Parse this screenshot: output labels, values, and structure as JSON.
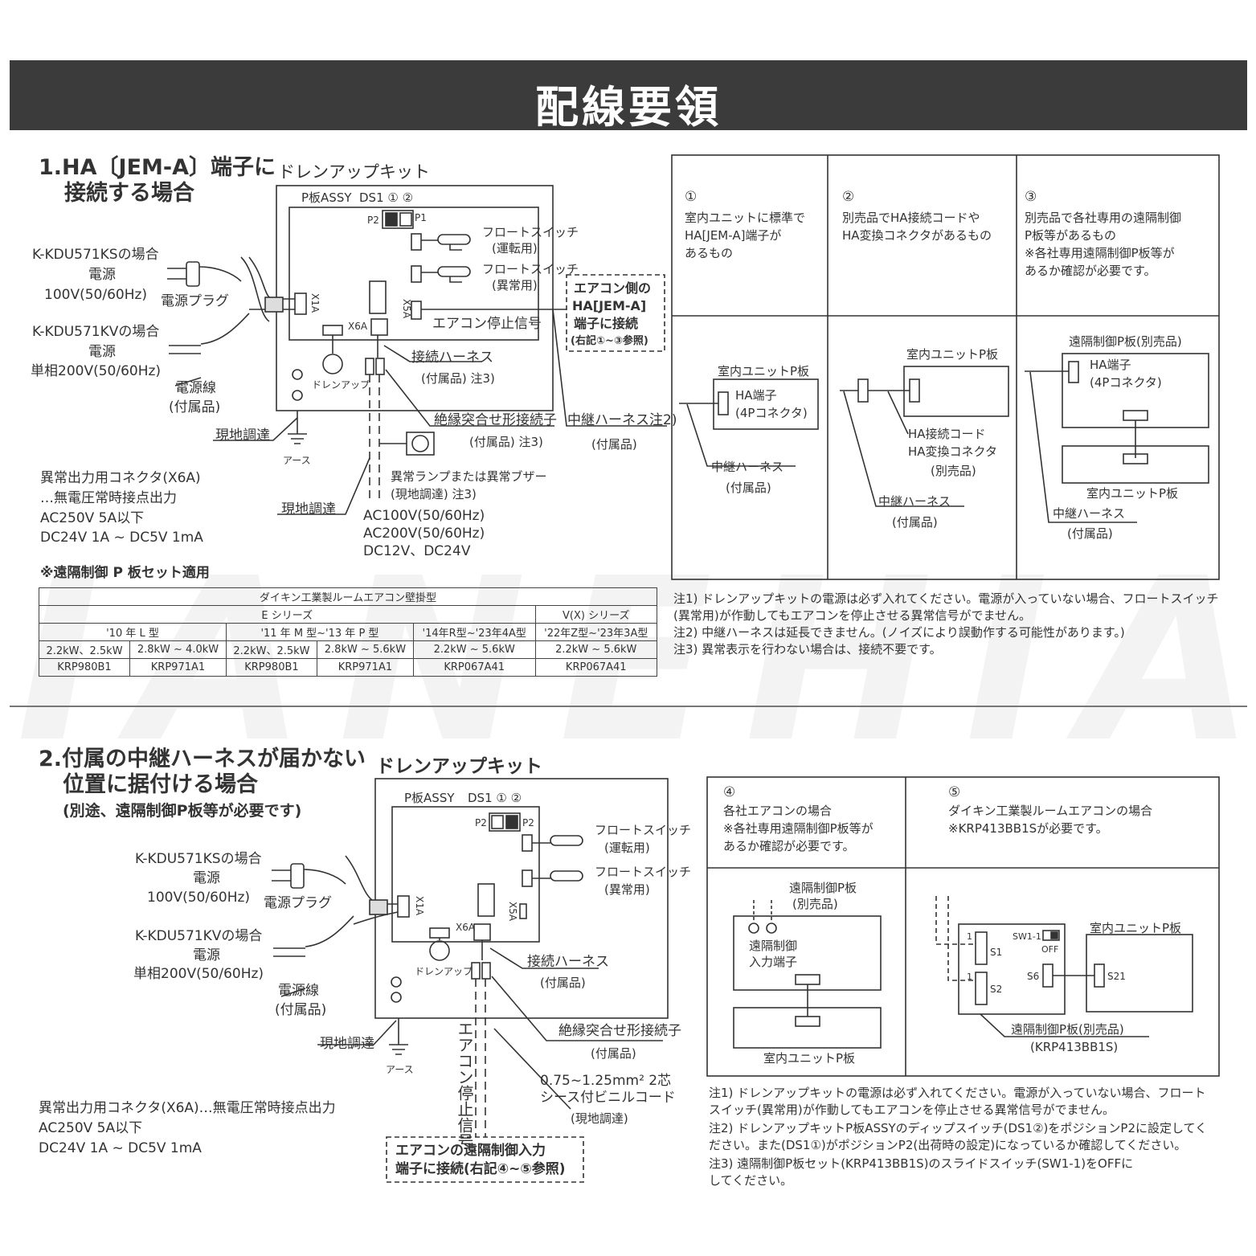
{
  "page_title": "配線要領",
  "watermark": "IANEHIA",
  "section1": {
    "title_line1": "1.HA〔JEM-A〕端子に",
    "title_line2": "接続する場合",
    "kit_label": "ドレンアップキット",
    "pboard_label": "P板ASSY",
    "ds1_label": "DS1 ① ②",
    "p2": "P2",
    "p1": "P1",
    "float_run": [
      "フロートスイッチ",
      "(運転用)"
    ],
    "float_err": [
      "フロートスイッチ",
      "(異常用)"
    ],
    "kdu_ks": "K-KDU571KSの場合",
    "power": "電源",
    "v100": "100V(50/60Hz)",
    "power_plug": "電源プラグ",
    "kdu_kv": "K-KDU571KVの場合",
    "power2": "電源",
    "v200": "単相200V(50/60Hz)",
    "power_cord": "電源線",
    "included": "(付属品)",
    "x1a": "X1A",
    "x5a": "X5A",
    "x6a": "X6A",
    "ac_stop": "エアコン停止信号",
    "motor_label": "ドレンアップ",
    "conn_harness": "接続ハーネス",
    "conn_harness_note": "(付属品) 注3)",
    "ins_terminal": "絶縁突合せ形接続子",
    "ins_terminal_note": "(付属品) 注3)",
    "relay_harness": "中継ハーネス注2)",
    "relay_included": "(付属品)",
    "field1": "現地調達",
    "earth": "アース",
    "field2": "現地調達",
    "lamp": "異常ランプまたは異常ブザー",
    "lamp_note": "(現地調達) 注3)",
    "ac_voltages": [
      "AC100V(50/60Hz)",
      "AC200V(50/60Hz)",
      "DC12V、DC24V"
    ],
    "ha_box": [
      "エアコン側の",
      "HA[JEM-A]",
      "端子に接続",
      "(右記①~③参照)"
    ],
    "x6a_desc": [
      "異常出力用コネクタ(X6A)",
      "…無電圧常時接点出力",
      "AC250V  5A以下",
      "DC24V  1A  ~  DC5V  1mA"
    ],
    "remote_set": "※遠隔制御 P 板セット適用"
  },
  "spec_table": {
    "header": "ダイキン工業製ルームエアコン壁掛型",
    "series_e": "E シリーズ",
    "series_v": "V(X) シリーズ",
    "models": [
      "'10 年 L 型",
      "'11 年 M 型~'13 年 P 型",
      "'14年R型~'23年4A型",
      "'22年Z型~'23年3A型"
    ],
    "capacities": [
      "2.2kW、2.5kW",
      "2.8kW ~ 4.0kW",
      "2.2kW、2.5kW",
      "2.8kW ~ 5.6kW",
      "2.2kW ~ 5.6kW",
      "2.2kW ~ 5.6kW"
    ],
    "parts": [
      "KRP980B1",
      "KRP971A1",
      "KRP980B1",
      "KRP971A1",
      "KRP067A41",
      "KRP067A41"
    ]
  },
  "right_panel1": {
    "col1": {
      "num": "①",
      "text": [
        "室内ユニットに標準で",
        "HA[JEM-A]端子が",
        "あるもの"
      ],
      "board": "室内ユニットP板",
      "ha": "HA端子",
      "ha_sub": "(4Pコネクタ)",
      "relay": "中継ハーネス",
      "relay_sub": "(付属品)"
    },
    "col2": {
      "num": "②",
      "text": [
        "別売品でHA接続コードや",
        "HA変換コネクタがあるもの"
      ],
      "board": "室内ユニットP板",
      "cord": "HA接続コード",
      "conv": "HA変換コネクタ",
      "sold": "(別売品)",
      "relay": "中継ハーネス",
      "relay_sub": "(付属品)"
    },
    "col3": {
      "num": "③",
      "text": [
        "別売品で各社専用の遠隔制御",
        "P板等があるもの",
        "※各社専用遠隔制御P板等が",
        "  あるか確認が必要です。"
      ],
      "board": "遠隔制御P板(別売品)",
      "ha": "HA端子",
      "ha_sub": "(4Pコネクタ)",
      "indoor": "室内ユニットP板",
      "relay": "中継ハーネス",
      "relay_sub": "(付属品)"
    }
  },
  "notes1": [
    "注1) ドレンアップキットの電源は必ず入れてください。電源が入っていない場合、フロートスイッチ",
    "       (異常用)が作動してもエアコンを停止させる異常信号がでません。",
    "注2) 中継ハーネスは延長できません。(ノイズにより誤動作する可能性があります。)",
    "注3) 異常表示を行わない場合は、接続不要です。"
  ],
  "section2": {
    "title_line1": "2.付属の中継ハーネスが届かない",
    "title_line2": "位置に据付ける場合",
    "title_sub": "(別途、遠隔制御P板等が必要です)",
    "kit_label": "ドレンアップキット",
    "pboard_label": "P板ASSY",
    "ds1_label": "DS1 ① ②",
    "p2a": "P2",
    "p2b": "P2",
    "float_run": [
      "フロートスイッチ",
      "(運転用)"
    ],
    "float_err": [
      "フロートスイッチ",
      "(異常用)"
    ],
    "kdu_ks": "K-KDU571KSの場合",
    "power": "電源",
    "v100": "100V(50/60Hz)",
    "power_plug": "電源プラグ",
    "kdu_kv": "K-KDU571KVの場合",
    "power2": "電源",
    "v200": "単相200V(50/60Hz)",
    "power_cord": "電源線",
    "included": "(付属品)",
    "x1a": "X1A",
    "x5a": "X5A",
    "x6a": "X6A",
    "motor_label": "ドレンアップ",
    "conn_harness": "接続ハーネス",
    "conn_included": "(付属品)",
    "ins_terminal": "絶縁突合せ形接続子",
    "ins_included": "(付属品)",
    "field1": "現地調達",
    "earth": "アース",
    "stop_signal": "エアコン停止信号",
    "cable": "0.75~1.25mm² 2芯",
    "cable2": "シース付ビニルコード",
    "cable_field": "(現地調達)",
    "remote_box": [
      "エアコンの遠隔制御入力",
      "端子に接続(右記④~⑤参照)"
    ],
    "x6a_desc": [
      "異常出力用コネクタ(X6A)…無電圧常時接点出力",
      "AC250V  5A以下",
      "DC24V  1A   ~   DC5V  1mA"
    ]
  },
  "right_panel2": {
    "col4": {
      "num": "④",
      "text": [
        "各社エアコンの場合",
        "※各社専用遠隔制御P板等が",
        "  あるか確認が必要です。"
      ],
      "board": "遠隔制御P板",
      "sold": "(別売品)",
      "input": [
        "遠隔制御",
        "入力端子"
      ],
      "indoor": "室内ユニットP板"
    },
    "col5": {
      "num": "⑤",
      "text": [
        "ダイキン工業製ルームエアコンの場合",
        "※KRP413BB1Sが必要です。"
      ],
      "sw": "SW1-1",
      "off": "OFF",
      "s1": "S1",
      "s2": "S2",
      "s6": "S6",
      "s21": "S21",
      "one_a": "1",
      "one_b": "1",
      "indoor": "室内ユニットP板",
      "remote": "遠隔制御P板(別売品)",
      "model": "(KRP413BB1S)"
    }
  },
  "notes2": [
    "注1) ドレンアップキットの電源は必ず入れてください。電源が入っていない場合、フロート",
    "       スイッチ(異常用)が作動してもエアコンを停止させる異常信号がでません。",
    "注2) ドレンアップキットP板ASSYのディップスイッチ(DS1②)をポジションP2に設定してく",
    "       ださい。また(DS1①)がポジションP2(出荷時の設定)になっているか確認してください。",
    "注3) 遠隔制御P板セット(KRP413BB1S)のスライドスイッチ(SW1-1)をOFFに",
    "       してください。"
  ]
}
